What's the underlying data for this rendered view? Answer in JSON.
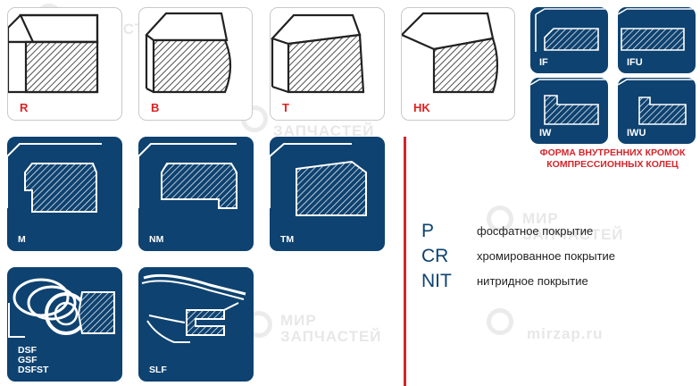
{
  "profiles": {
    "r": "R",
    "b": "B",
    "t": "T",
    "hk": "HK",
    "m": "M",
    "nm": "NM",
    "tm": "TM",
    "dsf": [
      "DSF",
      "GSF",
      "DSFST"
    ],
    "slf": "SLF"
  },
  "inner_edge": {
    "if": "IF",
    "ifu": "IFU",
    "iw": "IW",
    "iwu": "IWU",
    "caption": "ФОРМА ВНУТРЕННИХ КРОМОК КОМПРЕССИОННЫХ КОЛЕЦ"
  },
  "coatings": [
    {
      "code": "P",
      "desc": "фосфатное покрытие"
    },
    {
      "code": "CR",
      "desc": "хромированное покрытие"
    },
    {
      "code": "NIT",
      "desc": "нитридное покрытие"
    }
  ],
  "watermark": {
    "line1": "МИР",
    "line2": "ЗАПЧАСТЕЙ",
    "site": "mirzap.ru"
  },
  "colors": {
    "panel_blue": "#0e4270",
    "label_red": "#e02020",
    "divider_red": "#d6242a"
  }
}
